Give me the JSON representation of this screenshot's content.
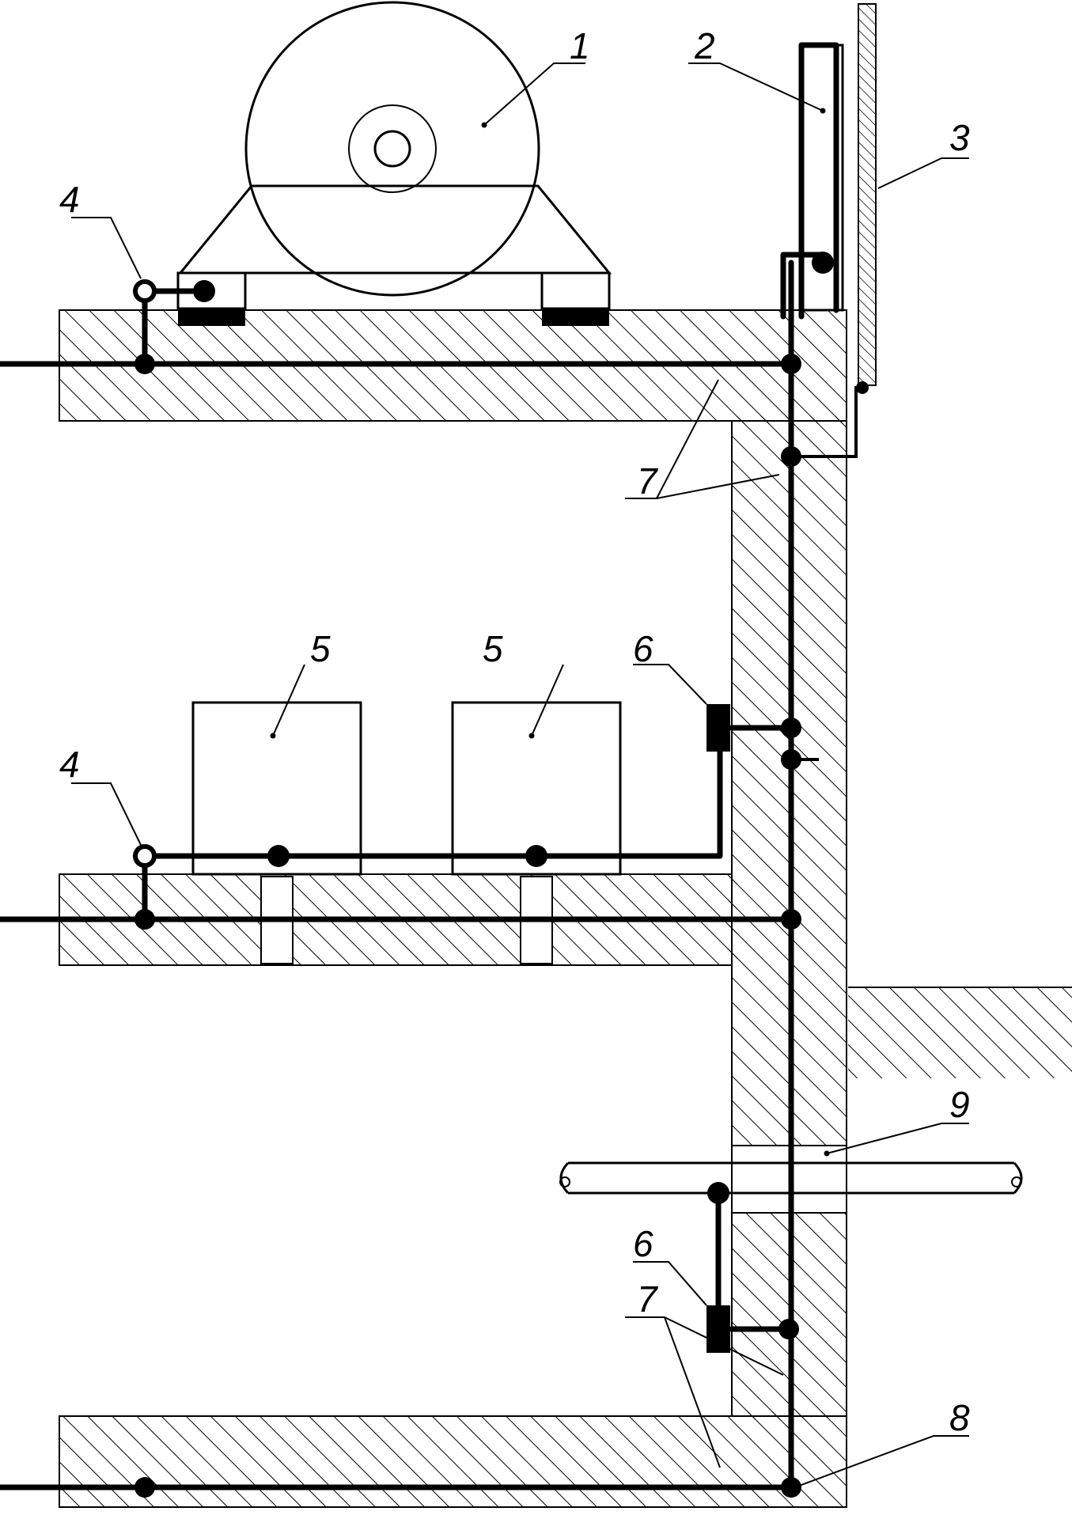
{
  "diagram": {
    "callouts": [
      {
        "id": "1",
        "text": "1"
      },
      {
        "id": "2",
        "text": "2"
      },
      {
        "id": "3",
        "text": "3"
      },
      {
        "id": "4a",
        "text": "4"
      },
      {
        "id": "4b",
        "text": "4"
      },
      {
        "id": "5a",
        "text": "5"
      },
      {
        "id": "5b",
        "text": "5"
      },
      {
        "id": "6a",
        "text": "6"
      },
      {
        "id": "6b",
        "text": "6"
      },
      {
        "id": "7a",
        "text": "7"
      },
      {
        "id": "7b",
        "text": "7"
      },
      {
        "id": "8",
        "text": "8"
      },
      {
        "id": "9",
        "text": "9"
      }
    ]
  }
}
